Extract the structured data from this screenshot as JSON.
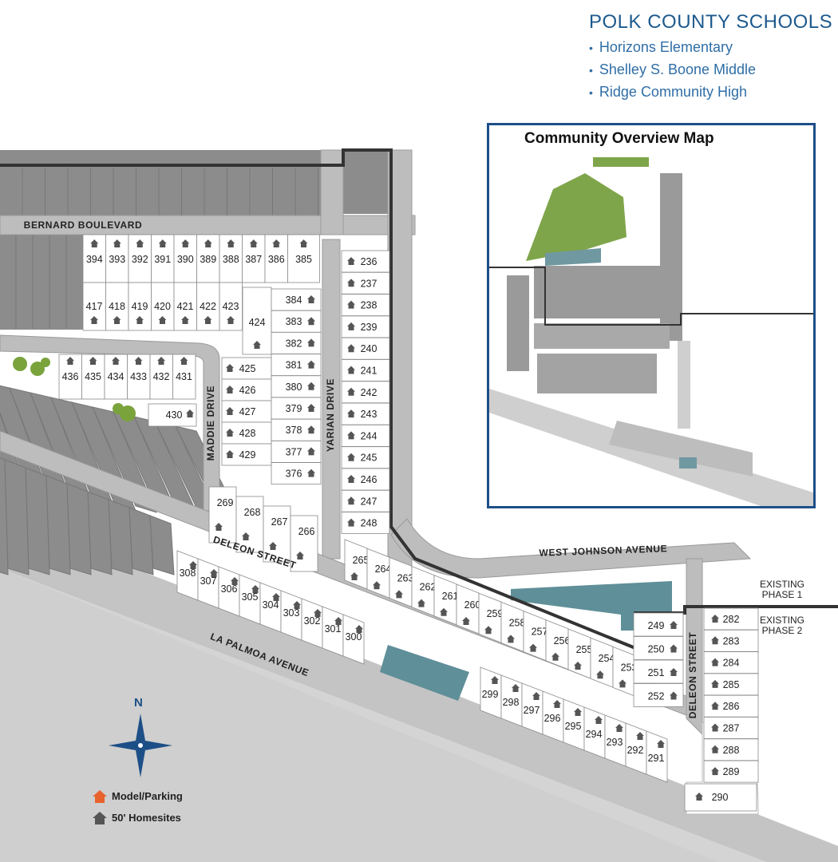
{
  "schools": {
    "title": "POLK COUNTY SCHOOLS",
    "items": [
      "Horizons Elementary",
      "Shelley S. Boone Middle",
      "Ridge Community High"
    ]
  },
  "overview_map": {
    "title": "Community Overview Map"
  },
  "phases": {
    "phase1": "EXISTING\nPHASE 1",
    "phase2": "EXISTING\nPHASE 2"
  },
  "roads": {
    "bernard": "BERNARD BOULEVARD",
    "maddie": "MADDIE DRIVE",
    "yarian": "YARIAN DRIVE",
    "deleon": "DELEON STREET",
    "west_johnson": "WEST JOHNSON AVENUE",
    "la_palmoa": "LA PALMOA AVENUE",
    "deleon_east": "DELEON STREET"
  },
  "compass": {
    "north": "N"
  },
  "legend": {
    "model": {
      "label": "Model/Parking",
      "color": "#e8632b"
    },
    "homesite": {
      "label": "50' Homesites",
      "color": "#555555"
    }
  },
  "colors": {
    "road": "#bdbdbd",
    "existing_lots": "#8c8c8c",
    "pond": "#5f8f98",
    "trees": "#7aa33b",
    "phase_line": "#333333",
    "brand": "#1d4f87"
  },
  "lots": {
    "bernard_top": [
      "394",
      "393",
      "392",
      "391",
      "390",
      "389",
      "388",
      "387",
      "386",
      "385"
    ],
    "bernard_bottom": [
      "417",
      "418",
      "419",
      "420",
      "421",
      "422",
      "423"
    ],
    "lot_424": "424",
    "west_block": [
      "436",
      "435",
      "434",
      "433",
      "432",
      "431"
    ],
    "lot_430": "430",
    "maddie_col": [
      "425",
      "426",
      "427",
      "428",
      "429"
    ],
    "yarian_west": [
      "384",
      "383",
      "382",
      "381",
      "380",
      "379",
      "378",
      "377",
      "376"
    ],
    "yarian_east": [
      "236",
      "237",
      "238",
      "239",
      "240",
      "241",
      "242",
      "243",
      "244",
      "245",
      "246",
      "247",
      "248"
    ],
    "corner_lots": [
      "269",
      "268",
      "267",
      "266"
    ],
    "deleon_south": [
      "308",
      "307",
      "306",
      "305",
      "304",
      "303",
      "302",
      "301",
      "300"
    ],
    "deleon_north": [
      "265",
      "264",
      "263",
      "262",
      "261",
      "260",
      "259",
      "258",
      "257",
      "256",
      "255",
      "254",
      "253"
    ],
    "palmoa_north": [
      "299",
      "298",
      "297",
      "296",
      "295",
      "294",
      "293",
      "292",
      "291"
    ],
    "east_inner": [
      "249",
      "250",
      "251",
      "252"
    ],
    "east_outer": [
      "282",
      "283",
      "284",
      "285",
      "286",
      "287",
      "288",
      "289"
    ],
    "lot_290": "290"
  }
}
